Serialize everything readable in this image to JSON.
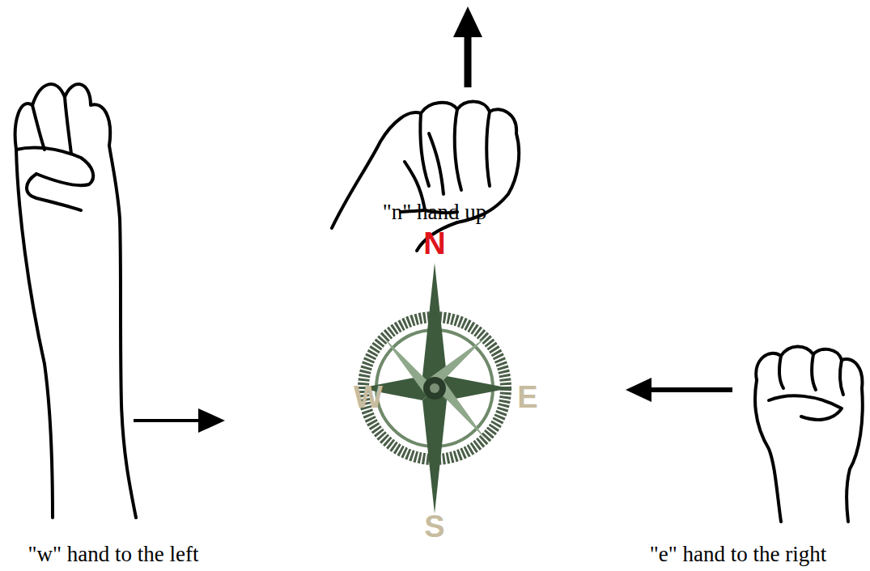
{
  "diagram": {
    "labels": [
      "\"n\" hand up",
      "N",
      "W",
      "E",
      "S",
      "\"w\" hand to the left",
      "\"e\" hand to the right"
    ]
  }
}
